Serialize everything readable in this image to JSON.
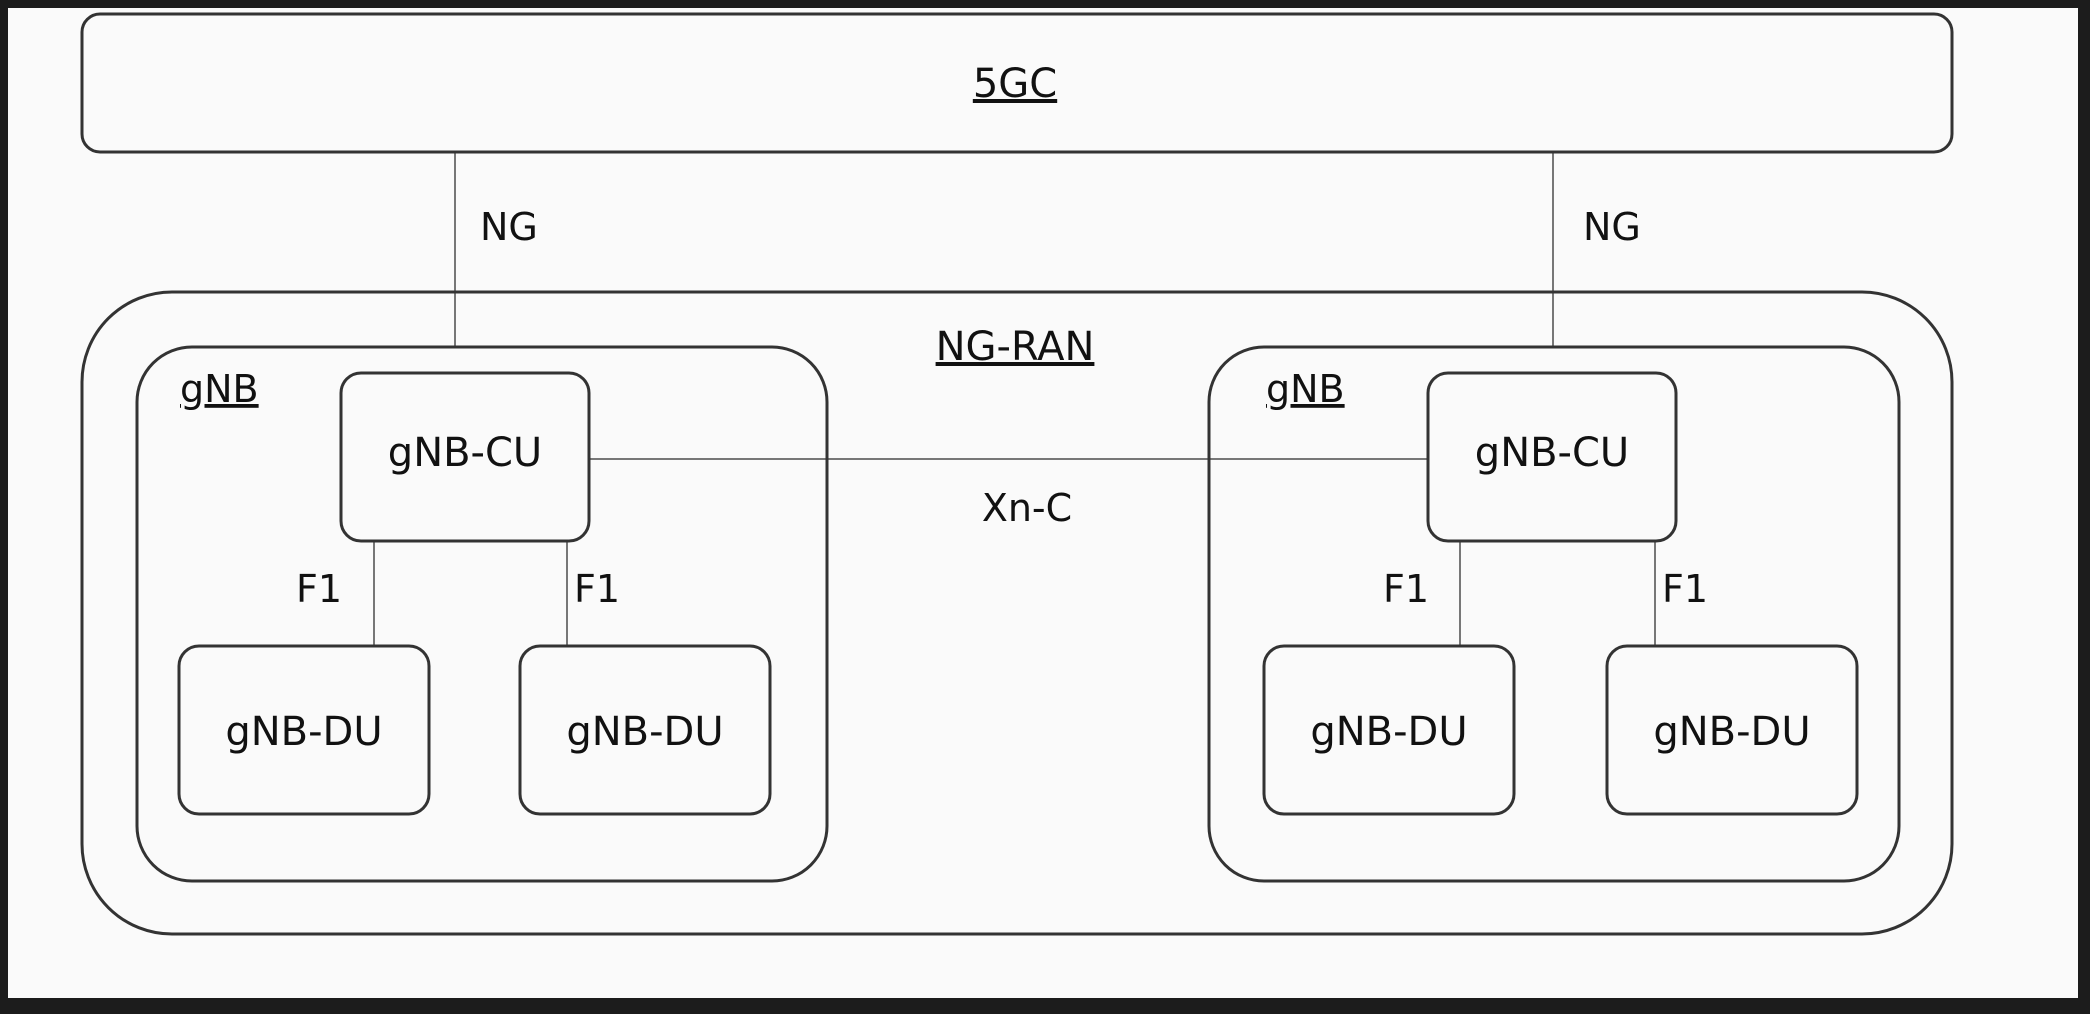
{
  "core": {
    "label": "5GC"
  },
  "ran": {
    "label": "NG-RAN"
  },
  "interfaces": {
    "ng_left": "NG",
    "ng_right": "NG",
    "xn": "Xn-C",
    "f1_left_a": "F1",
    "f1_left_b": "F1",
    "f1_right_a": "F1",
    "f1_right_b": "F1"
  },
  "gnb_left": {
    "label": "gNB",
    "cu": "gNB-CU",
    "du_a": "gNB-DU",
    "du_b": "gNB-DU"
  },
  "gnb_right": {
    "label": "gNB",
    "cu": "gNB-CU",
    "du_a": "gNB-DU",
    "du_b": "gNB-DU"
  },
  "colors": {
    "background": "#fafafa",
    "frame": "#1c1c1c",
    "stroke": "#333333",
    "link": "#777777"
  }
}
